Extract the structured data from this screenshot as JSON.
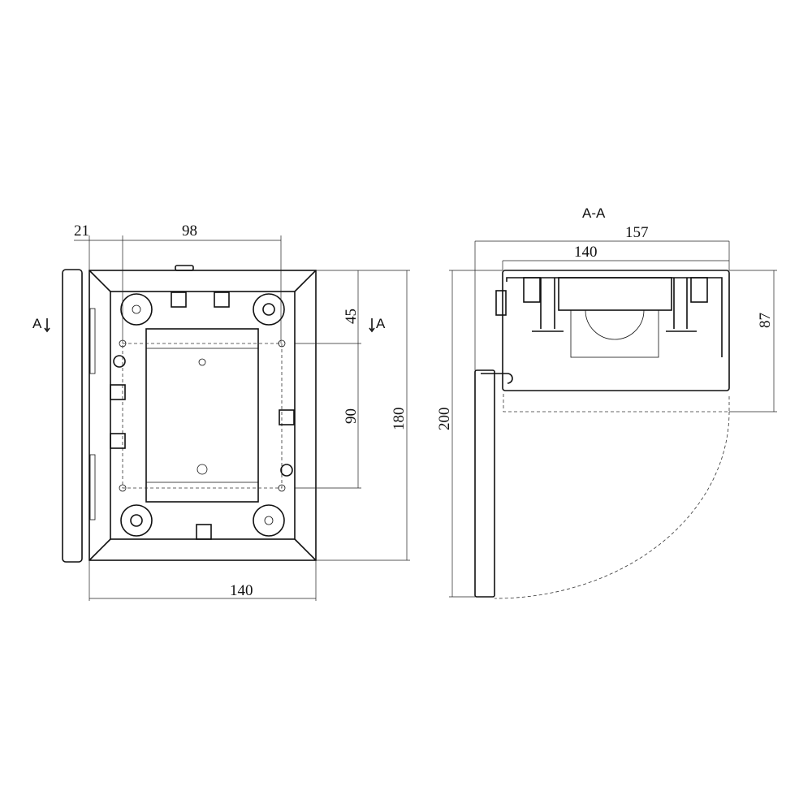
{
  "front_view": {
    "dims": {
      "door_offset": "21",
      "mount_width": "98",
      "mount_top": "45",
      "mount_height": "90",
      "height": "180",
      "width": "140"
    },
    "section_marker_left": "A",
    "section_marker_right": "A"
  },
  "section_view": {
    "title": "A-A",
    "dims": {
      "total_width": "157",
      "box_width": "140",
      "depth": "87",
      "door_height": "200"
    }
  }
}
